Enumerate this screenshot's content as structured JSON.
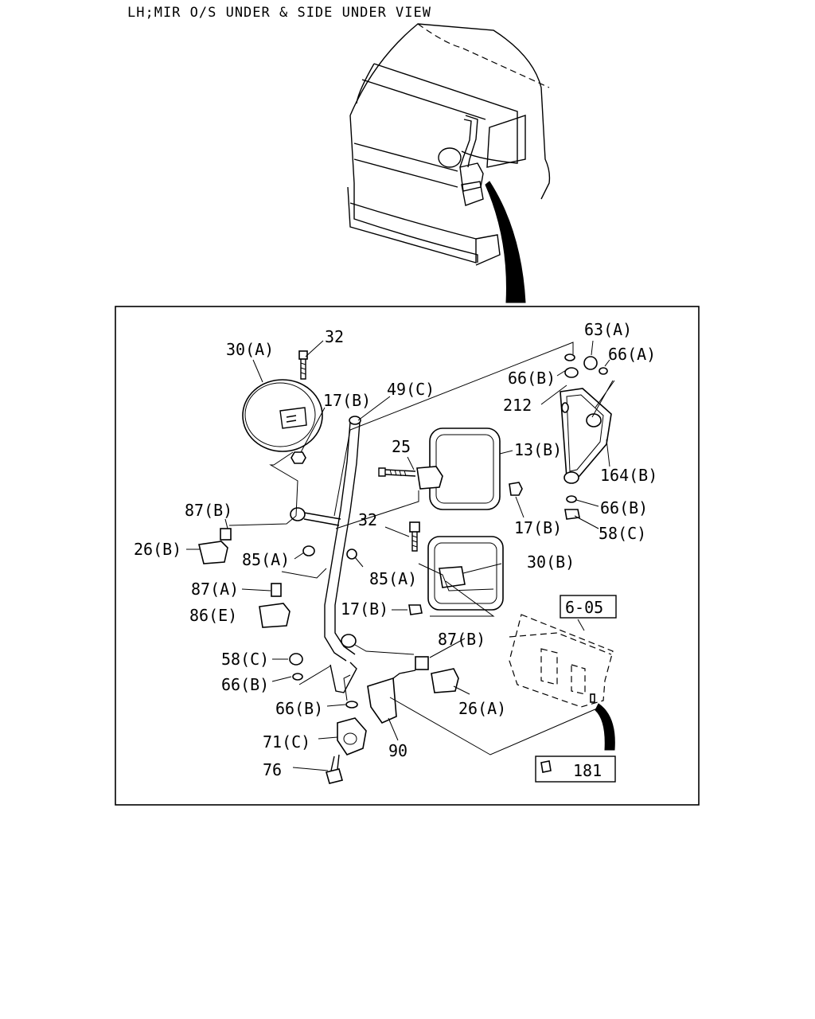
{
  "title": "LH;MIR O/S UNDER & SIDE UNDER VIEW",
  "labels": {
    "l30a": "30(A)",
    "l32a": "32",
    "l17ba": "17(B)",
    "l49c": "49(C)",
    "l63a": "63(A)",
    "l66a": "66(A)",
    "l66ba": "66(B)",
    "l212": "212",
    "l25": "25",
    "l13b": "13(B)",
    "l164b": "164(B)",
    "l87ba": "87(B)",
    "l66bb": "66(B)",
    "l58ca": "58(C)",
    "l26b": "26(B)",
    "l32b": "32",
    "l17bb": "17(B)",
    "l85aa": "85(A)",
    "l85ab": "85(A)",
    "l30b": "30(B)",
    "l87a": "87(A)",
    "l17bc": "17(B)",
    "l86e": "86(E)",
    "l605": "6-05",
    "l58cb": "58(C)",
    "l87bb": "87(B)",
    "l66bc": "66(B)",
    "l26a": "26(A)",
    "l66bd": "66(B)",
    "l71c": "71(C)",
    "l90": "90",
    "l76": "76",
    "l181": "181"
  }
}
